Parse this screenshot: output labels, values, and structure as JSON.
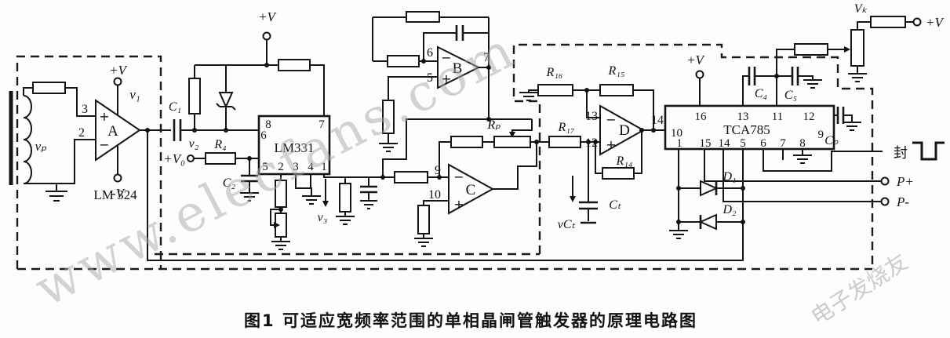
{
  "caption": "图1  可适应宽频率范围的单相晶闸管触发器的原理电路图",
  "watermarks": {
    "site": "www.elecfans.com",
    "brand": "电子发烧友"
  },
  "input_stage": {
    "chip": "LM 324",
    "amp": "A",
    "vp": "vₚ",
    "v1": "v₁",
    "pin_plus": "3",
    "pin_minus": "2",
    "plus": "+",
    "minus": "−",
    "vcc": "+V",
    "vee": "-V"
  },
  "fv_converter": {
    "chip": "LM331",
    "c1": "C₁",
    "v2": "v₂",
    "vcc": "+V",
    "v0": "+V₀",
    "r4": "R₄",
    "c2": "C₂",
    "v3": "v₃",
    "pin8": "8",
    "pin6": "6",
    "pin7": "7",
    "pin5": "5",
    "pin2": "2",
    "pin3": "3",
    "pin4": "4",
    "pin1": "1"
  },
  "integrator": {
    "amp": "B",
    "pin6": "6",
    "pin5": "5",
    "pin7": "7",
    "plus": "+",
    "minus": "−"
  },
  "comparator_c": {
    "amp": "C",
    "pin9": "9",
    "pin10": "10",
    "rp": "Rₚ",
    "plus": "+",
    "minus": "−"
  },
  "comparator_d": {
    "amp": "D",
    "pin13": "13",
    "pin12": "12",
    "pin14": "14",
    "r16": "R₁₆",
    "r15": "R₁₅",
    "r17": "R₁₇",
    "r14": "R₁₄",
    "ct": "Cₜ",
    "vct": "vCₜ",
    "plus": "+",
    "minus": "−",
    "vcc": "+V"
  },
  "trigger": {
    "chip": "TCA785",
    "vcc": "+V",
    "vcc2": "+V",
    "vk": "Vₖ",
    "pins_top": [
      "16",
      "13",
      "11",
      "12"
    ],
    "pins_bottom": [
      "1",
      "15",
      "14",
      "5",
      "6",
      "7",
      "8"
    ],
    "pin10": "10",
    "pin9": "9",
    "c4": "C₄",
    "c5": "C₅",
    "cp": "Cₚ",
    "d1": "D₁",
    "d2": "D₂"
  },
  "outputs": {
    "block": "封",
    "p_plus": "P+",
    "p_minus": "P-"
  }
}
